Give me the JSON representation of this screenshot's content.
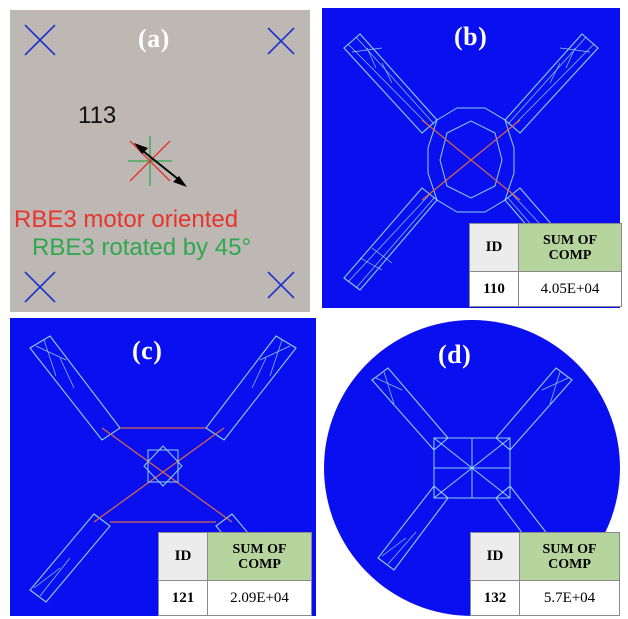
{
  "panels": {
    "a": {
      "label": "(a)",
      "arrow_label": "113",
      "legend_red": "RBE3 motor oriented",
      "legend_green": "RBE3 rotated by 45°",
      "colors": {
        "background": "#bdb8b3",
        "red": "#e8342c",
        "green": "#2fa84f",
        "cross": "#2233cc",
        "arrow": "#000000"
      }
    },
    "b": {
      "label": "(b)",
      "table": {
        "id_header": "ID",
        "sum_header_1": "SUM OF",
        "sum_header_2": "COMP",
        "id": "110",
        "value": "4.05E+04"
      },
      "colors": {
        "background": "#0a0ff0"
      }
    },
    "c": {
      "label": "(c)",
      "table": {
        "id_header": "ID",
        "sum_header_1": "SUM OF",
        "sum_header_2": "COMP",
        "id": "121",
        "value": "2.09E+04"
      },
      "colors": {
        "background": "#0a0ff0"
      }
    },
    "d": {
      "label": "(d)",
      "table": {
        "id_header": "ID",
        "sum_header_1": "SUM OF",
        "sum_header_2": "COMP",
        "id": "132",
        "value": "5.7E+04"
      },
      "colors": {
        "background": "#0a0ff0"
      }
    }
  },
  "colors": {
    "lattice": "#8fd0e8",
    "lattice_yellow": "#d8d070",
    "member_red": "#d86a4a"
  }
}
